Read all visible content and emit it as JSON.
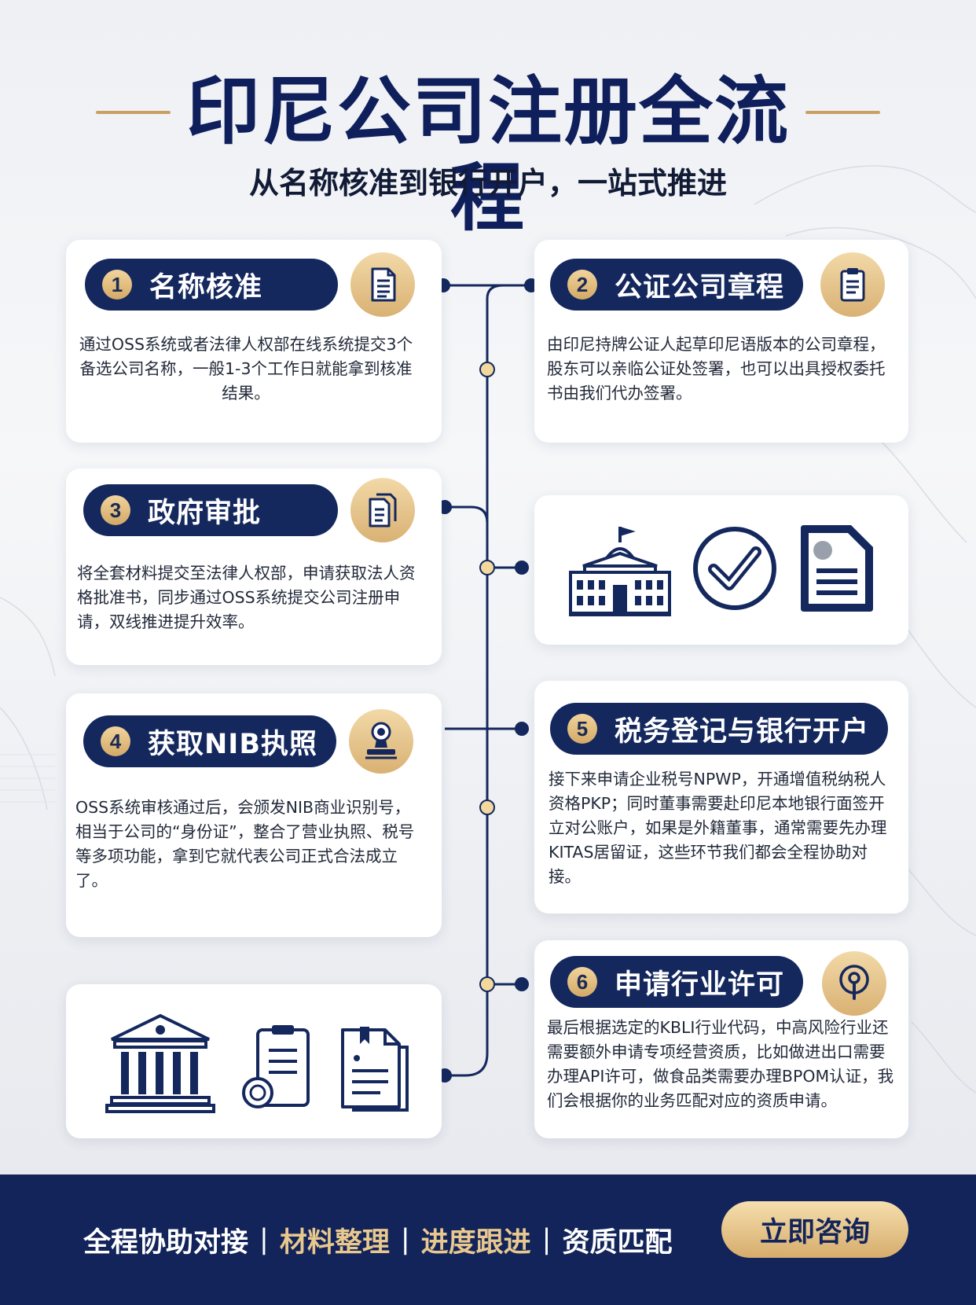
{
  "title": "印尼公司注册全流程",
  "subtitle": "从名称核准到银行开户，一站式推进",
  "steps": [
    {
      "number": "1",
      "title": "名称核准",
      "icon": "document-icon",
      "description": "通过OSS系统或者法律人权部在线系统提交3个备选公司名称，一般1-3个工作日就能拿到核准结果。"
    },
    {
      "number": "2",
      "title": "公证公司章程",
      "icon": "clipboard-icon",
      "description": "由印尼持牌公证人起草印尼语版本的公司章程，股东可以亲临公证处签署，也可以出具授权委托书由我们代办签署。"
    },
    {
      "number": "3",
      "title": "政府审批",
      "icon": "documents-icon",
      "description": "将全套材料提交至法律人权部，申请获取法人资格批准书，同步通过OSS系统提交公司注册申请，双线推进提升效率。"
    },
    {
      "number": "4",
      "title": "获取NIB执照",
      "icon": "stamp-icon",
      "description": "OSS系统审核通过后，会颁发NIB商业识别号，相当于公司的“身份证”，整合了营业执照、税号等多项功能，拿到它就代表公司正式合法成立了。"
    },
    {
      "number": "5",
      "title": "税务登记与银行开户",
      "description": "接下来申请企业税号NPWP，开通增值税纳税人资格PKP；同时董事需要赴印尼本地银行面签开立对公账户，如果是外籍董事，通常需要先办理KITAS居留证，这些环节我们都会全程协助对接。"
    },
    {
      "number": "6",
      "title": "申请行业许可",
      "icon": "location-pin-icon",
      "description": "最后根据选定的KBLI行业代码，中高风险行业还需要额外申请专项经营资质，比如做进出口需要办理API许可，做食品类需要办理BPOM认证，我们会根据你的业务匹配对应的资质申请。"
    }
  ],
  "illustrations": {
    "top": [
      "government-building-icon",
      "checkmark-circle-icon",
      "document-icon"
    ],
    "bottom": [
      "bank-building-icon",
      "clipboard-stamp-icon",
      "documents-icon"
    ]
  },
  "footer": {
    "features": [
      "全程协助对接",
      "材料整理",
      "进度跟进",
      "资质匹配"
    ],
    "cta": "立即咨询"
  },
  "colors": {
    "navy": "#14285e",
    "gold": "#d9b173",
    "background": "#eef0f4"
  }
}
